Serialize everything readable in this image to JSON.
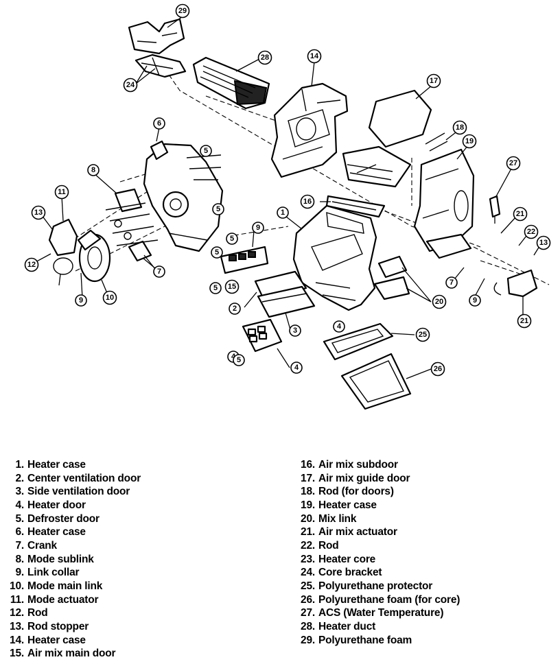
{
  "legend": [
    {
      "num": "1.",
      "label": "Heater case"
    },
    {
      "num": "2.",
      "label": "Center ventilation door"
    },
    {
      "num": "3.",
      "label": "Side ventilation door"
    },
    {
      "num": "4.",
      "label": "Heater door"
    },
    {
      "num": "5.",
      "label": "Defroster door"
    },
    {
      "num": "6.",
      "label": "Heater case"
    },
    {
      "num": "7.",
      "label": "Crank"
    },
    {
      "num": "8.",
      "label": "Mode sublink"
    },
    {
      "num": "9.",
      "label": "Link collar"
    },
    {
      "num": "10.",
      "label": "Mode main link"
    },
    {
      "num": "11.",
      "label": "Mode actuator"
    },
    {
      "num": "12.",
      "label": "Rod"
    },
    {
      "num": "13.",
      "label": "Rod stopper"
    },
    {
      "num": "14.",
      "label": "Heater case"
    },
    {
      "num": "15.",
      "label": "Air mix main door"
    },
    {
      "num": "16.",
      "label": "Air mix subdoor"
    },
    {
      "num": "17.",
      "label": "Air mix guide door"
    },
    {
      "num": "18.",
      "label": "Rod (for doors)"
    },
    {
      "num": "19.",
      "label": "Heater case"
    },
    {
      "num": "20.",
      "label": "Mix link"
    },
    {
      "num": "21.",
      "label": "Air mix actuator"
    },
    {
      "num": "22.",
      "label": "Rod"
    },
    {
      "num": "23.",
      "label": "Heater core"
    },
    {
      "num": "24.",
      "label": "Core bracket"
    },
    {
      "num": "25.",
      "label": "Polyurethane protector"
    },
    {
      "num": "26.",
      "label": "Polyurethane foam (for core)"
    },
    {
      "num": "27.",
      "label": "ACS (Water Temperature)"
    },
    {
      "num": "28.",
      "label": "Heater duct"
    },
    {
      "num": "29.",
      "label": "Polyurethane foam"
    }
  ],
  "callouts": [
    {
      "num": "29"
    },
    {
      "num": "28"
    },
    {
      "num": "24"
    },
    {
      "num": "14"
    },
    {
      "num": "17"
    },
    {
      "num": "18"
    },
    {
      "num": "19"
    },
    {
      "num": "27"
    },
    {
      "num": "6"
    },
    {
      "num": "5"
    },
    {
      "num": "8"
    },
    {
      "num": "11"
    },
    {
      "num": "13"
    },
    {
      "num": "12"
    },
    {
      "num": "9"
    },
    {
      "num": "10"
    },
    {
      "num": "7"
    },
    {
      "num": "15"
    },
    {
      "num": "16"
    },
    {
      "num": "1"
    },
    {
      "num": "9"
    },
    {
      "num": "5"
    },
    {
      "num": "2"
    },
    {
      "num": "3"
    },
    {
      "num": "4"
    },
    {
      "num": "4"
    },
    {
      "num": "5"
    },
    {
      "num": "20"
    },
    {
      "num": "25"
    },
    {
      "num": "26"
    },
    {
      "num": "21"
    },
    {
      "num": "22"
    },
    {
      "num": "13"
    },
    {
      "num": "7"
    },
    {
      "num": "9"
    },
    {
      "num": "21"
    },
    {
      "num": "4"
    },
    {
      "num": "5"
    },
    {
      "num": "5"
    },
    {
      "num": "5"
    }
  ]
}
